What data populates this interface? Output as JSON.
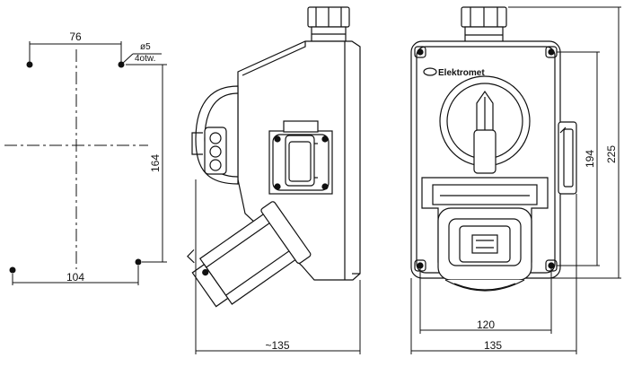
{
  "drawing": {
    "mounting": {
      "width_top": "76",
      "hole_diameter": "ø5",
      "hole_count": "4otw.",
      "height": "164",
      "width_bottom": "104"
    },
    "side_view": {
      "depth": "~135"
    },
    "front_view": {
      "brand": "Elektromet",
      "width_inner": "120",
      "width_outer": "135",
      "height_inner": "194",
      "height_outer": "225"
    }
  }
}
